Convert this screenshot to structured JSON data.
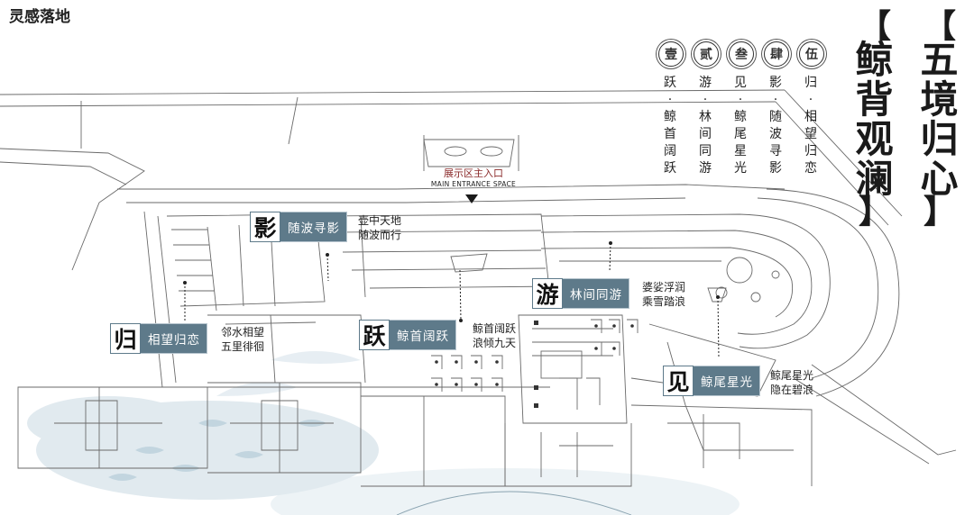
{
  "header": {
    "title": "灵感落地"
  },
  "titles": {
    "primary": {
      "open": "【",
      "text": "五境归心",
      "close": "】"
    },
    "secondary": {
      "open": "【",
      "text": "鲸背观澜",
      "close": "】"
    }
  },
  "sequence": [
    {
      "numeral": "壹",
      "chars": [
        "跃",
        "·",
        "鲸",
        "首",
        "阔",
        "跃"
      ]
    },
    {
      "numeral": "贰",
      "chars": [
        "游",
        "·",
        "林",
        "间",
        "同",
        "游"
      ]
    },
    {
      "numeral": "叁",
      "chars": [
        "见",
        "·",
        "鲸",
        "尾",
        "星",
        "光"
      ]
    },
    {
      "numeral": "肆",
      "chars": [
        "影",
        "·",
        "随",
        "波",
        "寻",
        "影"
      ]
    },
    {
      "numeral": "伍",
      "chars": [
        "归",
        "·",
        "相",
        "望",
        "归",
        "恋"
      ]
    }
  ],
  "entrance": {
    "label": "展示区主入口",
    "sublabel": "MAIN ENTRANCE SPACE"
  },
  "zones": {
    "ying": {
      "glyph": "影",
      "name": "随波寻影",
      "desc": [
        "壶中天地",
        "随波而行"
      ]
    },
    "gui": {
      "glyph": "归",
      "name": "相望归恋",
      "desc": [
        "邻水相望",
        "五里徘徊"
      ]
    },
    "yue": {
      "glyph": "跃",
      "name": "鲸首阔跃",
      "desc": [
        "鲸首阔跃",
        "浪倾九天"
      ]
    },
    "you": {
      "glyph": "游",
      "name": "林间同游",
      "desc": [
        "婆娑浮润",
        "乘雪踏浪"
      ]
    },
    "jian": {
      "glyph": "见",
      "name": "鲸尾星光",
      "desc": [
        "鲸尾星光",
        "隐在碧浪"
      ]
    }
  },
  "colors": {
    "zone_fill": "#5e7a8a",
    "water_tint": "#a9c3d2",
    "line": "#555555",
    "entrance_label": "#8a2a2a"
  },
  "icons": {
    "entrance_marker": "down-triangle",
    "leader_end": "dot"
  }
}
